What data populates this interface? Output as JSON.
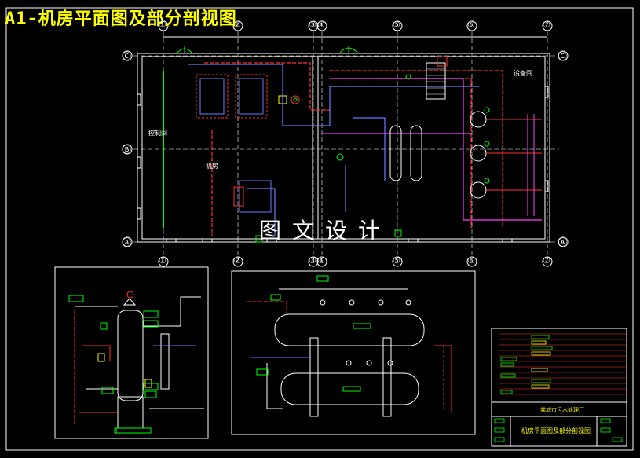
{
  "title": "A1-机房平面图及部分剖视图",
  "watermark": "图文设计",
  "plan": {
    "grid_columns_top": [
      "①",
      "②",
      "③",
      "④",
      "⑤",
      "⑥",
      "⑦"
    ],
    "grid_columns_bottom": [
      "①",
      "②",
      "③",
      "④",
      "⑤",
      "⑥",
      "⑦"
    ],
    "grid_rows_left": [
      "Ⓒ",
      "Ⓑ",
      "Ⓐ"
    ],
    "grid_rows_right": [
      "Ⓒ",
      "Ⓐ"
    ],
    "room_labels": {
      "control_room": "控制间",
      "machine_room": "机房",
      "equipment_room": "设备间"
    }
  },
  "title_block": {
    "company": "某城市污水处理厂",
    "drawing_name": "机房平面图及部分剖视图"
  },
  "colors": {
    "background": "#000000",
    "frame": "#ffffff",
    "title": "#ffff00",
    "pipe_red": "#ff3030",
    "pipe_blue": "#6a7cff",
    "pipe_magenta": "#ff40ff",
    "accent_green": "#00ff00",
    "accent_cyan": "#00ffff"
  }
}
